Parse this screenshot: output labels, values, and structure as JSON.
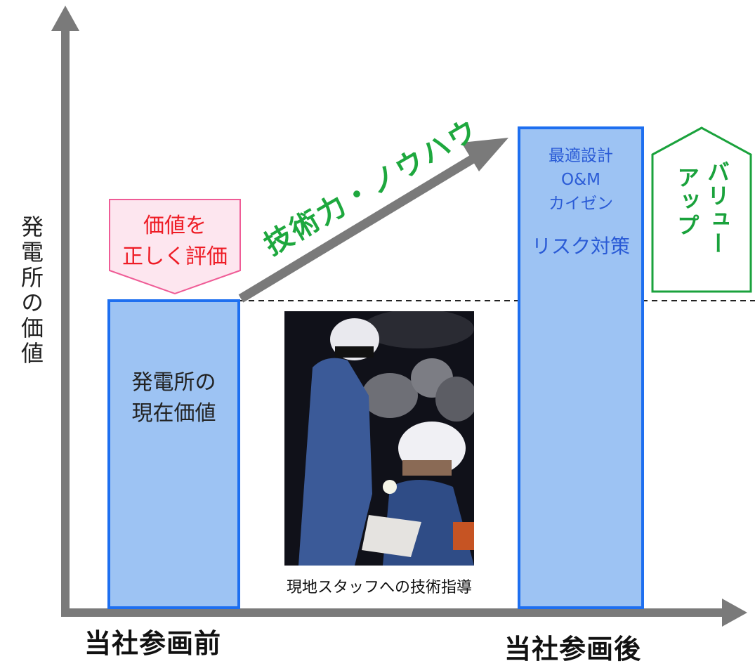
{
  "y_axis_label": "発電所の価値",
  "bars": {
    "before": {
      "label_line1": "発電所の",
      "label_line2": "現在価値"
    },
    "after": {
      "line1": "最適設計",
      "line2": "O&M",
      "line3": "カイゼン",
      "line4": "リスク対策"
    }
  },
  "evaluate_callout": {
    "line1": "価値を",
    "line2": "正しく評価"
  },
  "growth_arrow_label": "技術力・ノウハウ",
  "value_up": {
    "col_left": "アップ",
    "col_right": "バリュー"
  },
  "photo_caption": "現地スタッフへの技術指導",
  "x_labels": {
    "before": "当社参画前",
    "after": "当社参画後"
  },
  "colors": {
    "bar_fill": "#9dc3f3",
    "bar_border": "#1e6ff0",
    "green": "#1aa23c",
    "red": "#ee1c25",
    "pink_fill": "#fde6ef",
    "axis_gray": "#7a7a7a"
  }
}
